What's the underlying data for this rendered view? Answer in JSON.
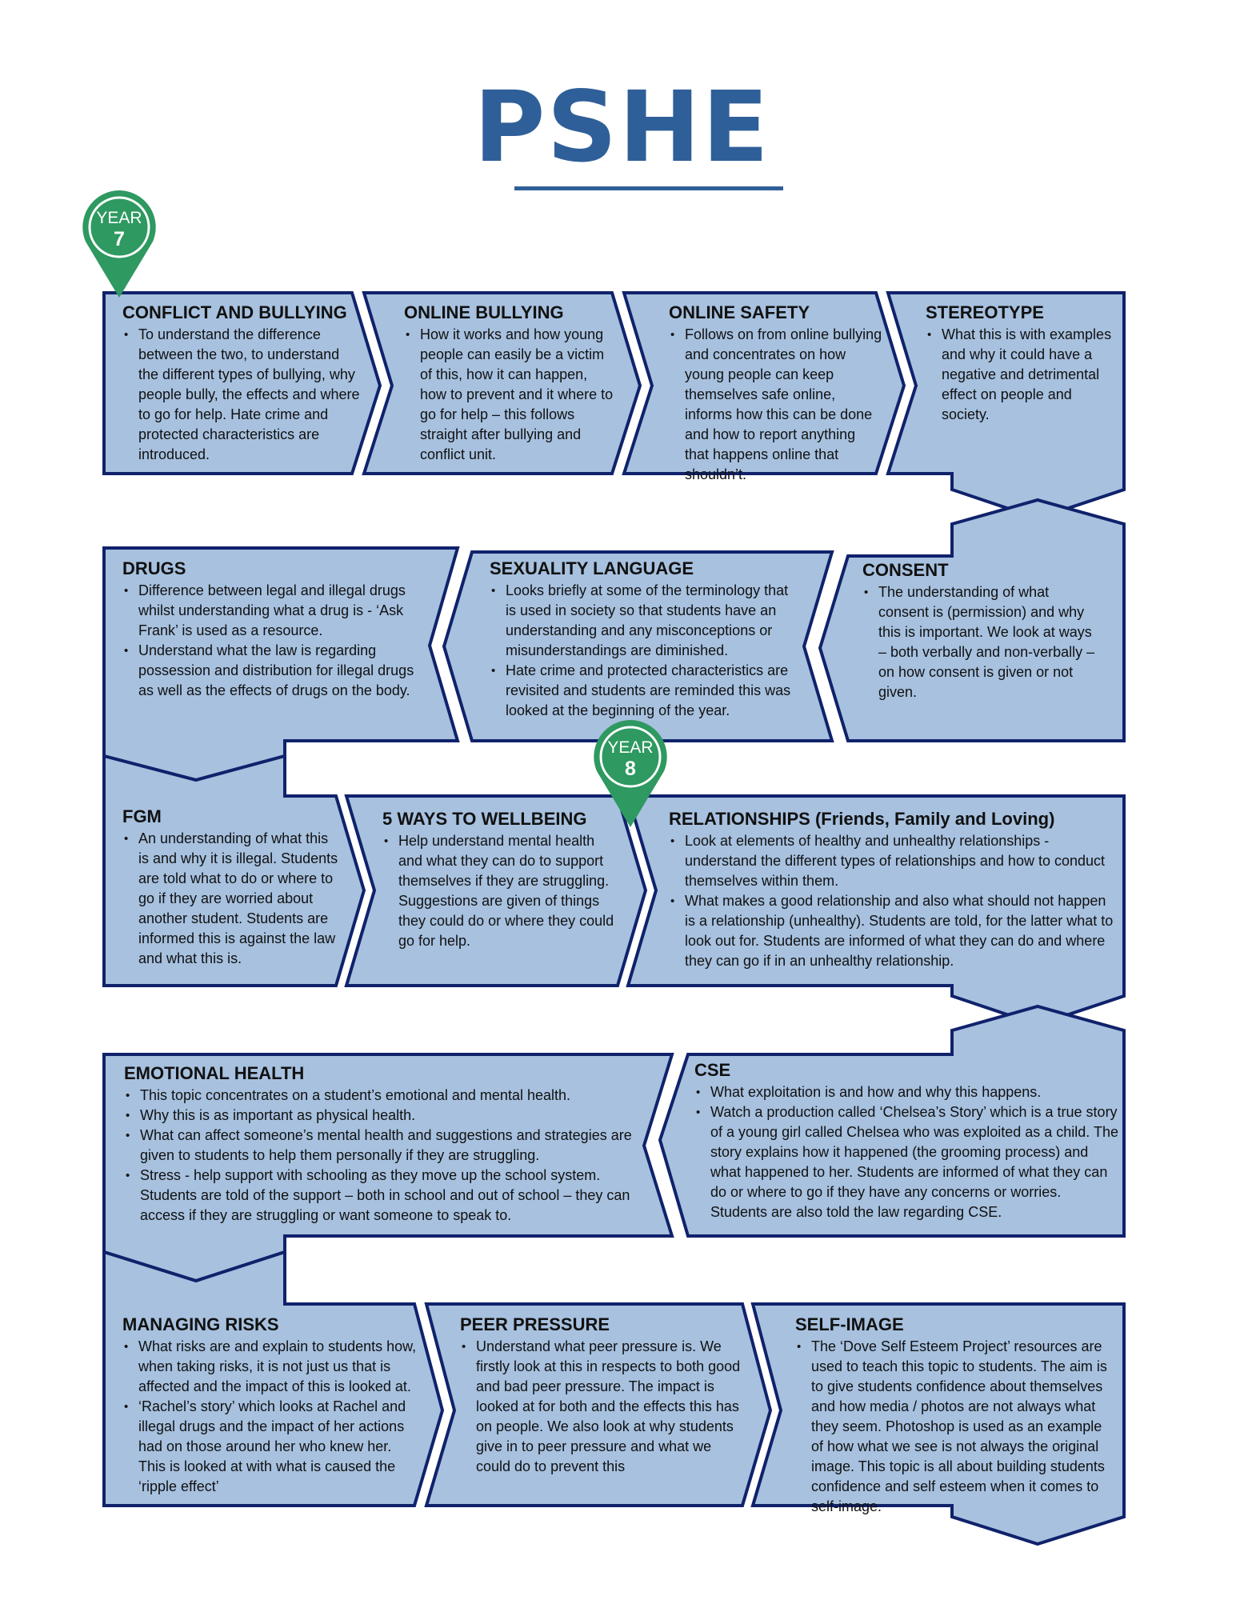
{
  "title": "PSHE",
  "colors": {
    "title": "#2f5f98",
    "arrow_fill": "#a7c1df",
    "arrow_stroke": "#10226b",
    "marker": "#2e9960"
  },
  "markers": {
    "year7": {
      "label": "YEAR",
      "number": "7",
      "icon": "map-pin-icon"
    },
    "year8": {
      "label": "YEAR",
      "number": "8",
      "icon": "map-pin-icon"
    }
  },
  "topics": {
    "conflict": {
      "title": "CONFLICT AND BULLYING",
      "points": [
        "To understand the difference between the two, to understand the different types of bullying, why people bully, the effects and where to go for help. Hate crime and protected characteristics are introduced."
      ]
    },
    "online_bullying": {
      "title": "ONLINE BULLYING",
      "points": [
        "How it works and how young people can easily be a victim of this, how it can happen, how to prevent and it where to go for help – this follows straight after bullying and conflict unit."
      ]
    },
    "online_safety": {
      "title": "ONLINE SAFETY",
      "points": [
        "Follows on from online bullying and concentrates on how young people can keep themselves safe online, informs how this can be done and how to report anything that happens online that shouldn’t."
      ]
    },
    "stereotype": {
      "title": "STEREOTYPE",
      "points": [
        "What this is with examples and why it could have a negative and detrimental effect on people and society."
      ]
    },
    "drugs": {
      "title": "DRUGS",
      "points": [
        "Difference between legal and illegal drugs whilst understanding what a drug is - ‘Ask Frank’ is used as a resource.",
        "Understand what the law is regarding possession and distribution for illegal drugs as well as the effects of drugs on the body."
      ]
    },
    "sexuality": {
      "title": "SEXUALITY LANGUAGE",
      "points": [
        "Looks briefly at some of the terminology that is used in society so that students have an understanding and any misconceptions or misunderstandings are diminished.",
        "Hate crime and protected characteristics are revisited and students are reminded this was looked at the beginning of the year."
      ]
    },
    "consent": {
      "title": "CONSENT",
      "points": [
        "The understanding of what consent is (permission) and why this is important. We look at ways – both verbally and non-verbally – on how consent is given or not given."
      ]
    },
    "fgm": {
      "title": "FGM",
      "points": [
        "An understanding of what this is and why it is illegal. Students are told what to do or where to go if they are worried about another student. Students are informed this is against the law and what this is."
      ]
    },
    "wellbeing": {
      "title": "5 WAYS TO WELLBEING",
      "points": [
        "Help understand mental health and what they can do to support themselves if they are struggling. Suggestions are given of things they could do or where they could go for help."
      ]
    },
    "relationships": {
      "title": "RELATIONSHIPS (Friends, Family and Loving)",
      "points": [
        "Look at elements of healthy and unhealthy relationships - understand the different types of relationships and how to conduct themselves within them.",
        "What makes a good relationship and also what should not happen is a relationship (unhealthy). Students are told, for the latter what to look out for. Students are informed of what they can do and where they can go if in an unhealthy relationship."
      ]
    },
    "emotional": {
      "title": "EMOTIONAL HEALTH",
      "points": [
        "This topic concentrates on a student’s emotional and mental health.",
        "Why this is as important as physical health.",
        "What can affect someone’s mental health and suggestions and strategies are given to students to help them personally if they are struggling.",
        "Stress - help support with schooling as they move up the school system. Students are told of the support – both in school and out of school – they can access if they are struggling or want someone to speak to."
      ]
    },
    "cse": {
      "title": "CSE",
      "points": [
        "What exploitation is and how and why this happens.",
        "Watch a production called ‘Chelsea’s Story’ which is a true story of a young girl called Chelsea who was exploited as a child. The story explains how it happened (the grooming process) and what happened to her. Students are informed of what they can do or where to go if they have any concerns or worries. Students are also told the law regarding CSE."
      ]
    },
    "risks": {
      "title": "MANAGING RISKS",
      "points": [
        "What risks are and explain to students how, when taking risks, it is not just us that is affected and the impact of this is looked at.",
        "‘Rachel’s story’ which looks at Rachel and illegal drugs and the impact of her actions had on those around her who knew her. This is looked at with what is caused the ‘ripple effect’"
      ]
    },
    "peer": {
      "title": "PEER PRESSURE",
      "points": [
        "Understand what peer pressure is. We firstly look at this in respects to both good and bad peer pressure. The impact is looked at for both and the effects this has on people.  We also look at why students give in to peer pressure and what we could do to prevent this"
      ]
    },
    "selfimage": {
      "title": "SELF-IMAGE",
      "points": [
        "The ‘Dove Self Esteem Project’ resources are used to teach this topic to students. The aim is to give students confidence about themselves and how media / photos are not always what they seem. Photoshop is used as an example of how what we see is not always the original image. This topic is all about building students confidence and self esteem when it comes to self-image."
      ]
    }
  }
}
